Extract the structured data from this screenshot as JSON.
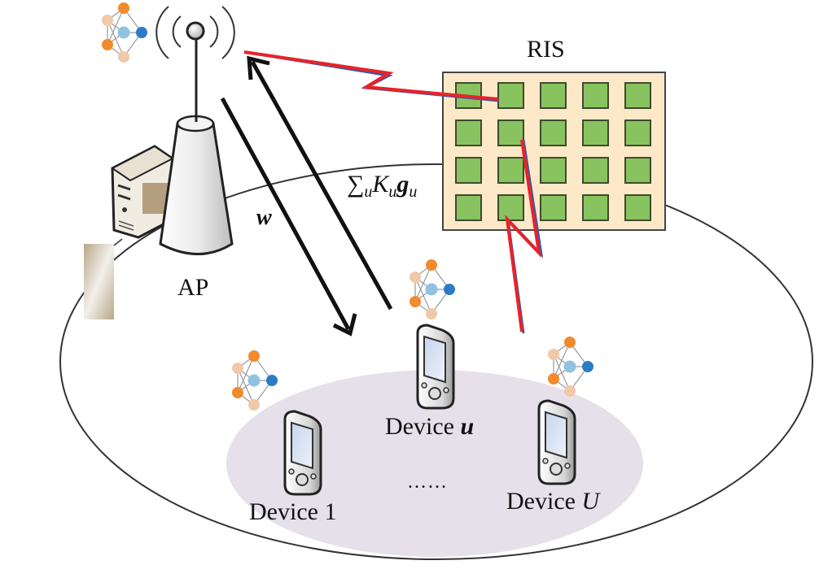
{
  "figure": {
    "ris": {
      "label": "RIS",
      "rows": 4,
      "cols": 5,
      "panel_color": "#fde9c8",
      "element_color": "#88c35f"
    },
    "ap": {
      "label": "AP"
    },
    "beamformer": {
      "label": "w"
    },
    "ris_expression": {
      "sigma": "∑",
      "sub1": "u",
      "K": "K",
      "sub2": "u",
      "g": "g",
      "sub3": "u"
    },
    "devices": [
      {
        "name_prefix": "Device",
        "name_index": "1",
        "index_style": "upright"
      },
      {
        "name_prefix": "Device",
        "name_index": "u",
        "index_style": "italic"
      },
      {
        "name_prefix": "Device",
        "name_index": "U",
        "index_style": "italic"
      }
    ],
    "ellipsis": "……",
    "colors": {
      "link_red": "#e8232a",
      "link_blue": "#3b5aa8",
      "nn_orange": "#f28a2e",
      "nn_peach": "#efc9a8",
      "nn_lightblue": "#8fc3e0",
      "nn_blue": "#2b7cc4",
      "device_region": "#e6e0ea"
    }
  }
}
